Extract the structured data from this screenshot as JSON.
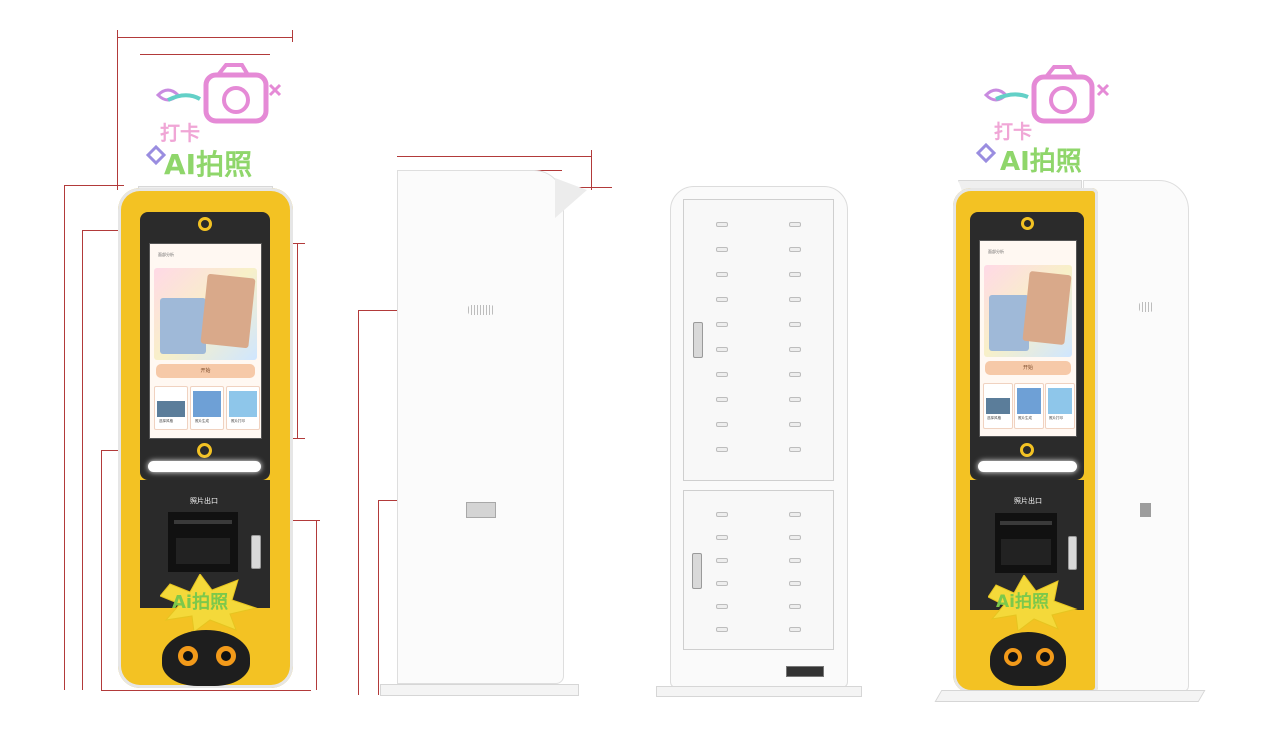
{
  "views": {
    "front": {
      "name": "front-view"
    },
    "side": {
      "name": "side-view"
    },
    "back": {
      "name": "back-view"
    },
    "perspective": {
      "name": "perspective-view"
    }
  },
  "neon_sign": {
    "line1": "打卡",
    "line2": "AI拍照"
  },
  "kiosk": {
    "photo_outlet_label": "照片出口",
    "sticker_text": "Ai拍照"
  },
  "screen": {
    "header_text": "面部分析",
    "start_button_label": "开始",
    "cards": [
      {
        "caption": "选择风格",
        "index": "1"
      },
      {
        "caption": "照片生成",
        "index": "2"
      },
      {
        "caption": "照片打印",
        "index": "3"
      }
    ]
  },
  "colors": {
    "kiosk_yellow": "#f3c223",
    "panel_dark": "#2b2b2b",
    "dimension_red": "#b23a3a",
    "neon_pink": "#e58ad6",
    "neon_green": "#8fd66b",
    "body_white": "#fbfbfb"
  }
}
